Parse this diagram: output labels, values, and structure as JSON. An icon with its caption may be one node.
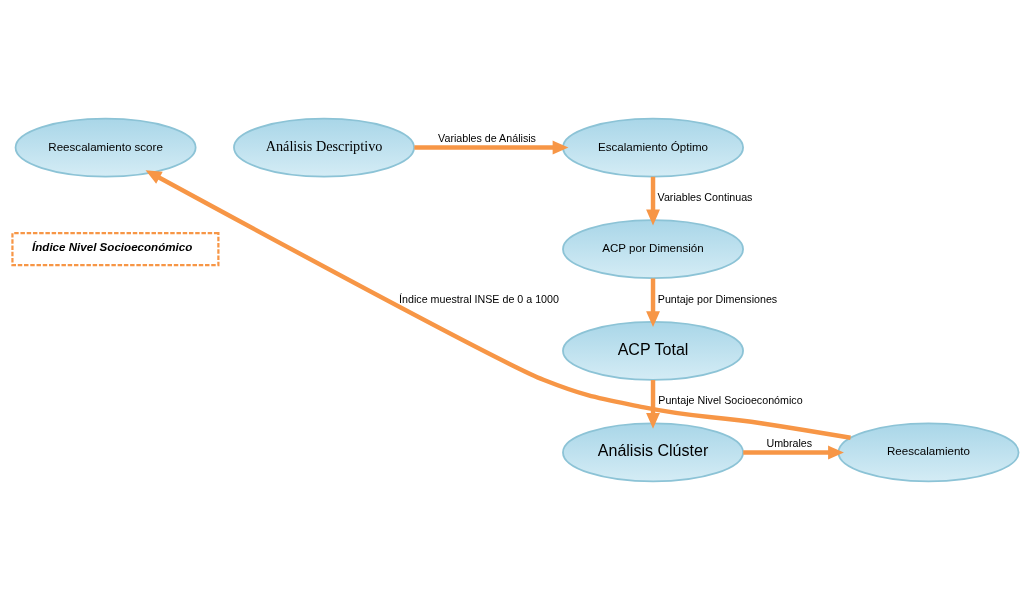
{
  "diagram": {
    "nodes": [
      {
        "text": [
          "Análisis Descriptivo"
        ]
      },
      {
        "text": [
          "Escalamiento Óptimo"
        ]
      },
      {
        "text": [
          "ACP por Dimensión"
        ]
      },
      {
        "text": [
          "ACP Total"
        ]
      },
      {
        "text": [
          "Análisis Clúster"
        ]
      },
      {
        "text": [
          "Reescalamiento"
        ]
      },
      {
        "text": [
          "Reescalamiento score"
        ]
      },
      {
        "text": [
          "Índice Nivel Socioeconómico"
        ]
      }
    ],
    "edges": [
      {
        "from": 0,
        "to": 1,
        "arrow": "to",
        "label": "Variables de Análisis"
      },
      {
        "from": 1,
        "to": 2,
        "arrow": "to",
        "label": "Variables Continuas"
      },
      {
        "from": 2,
        "to": 3,
        "arrow": "to",
        "label": "Puntaje por Dimensiones"
      },
      {
        "from": 3,
        "to": 4,
        "arrow": "to",
        "label": "Puntaje Nivel Socioeconómico"
      },
      {
        "from": 4,
        "to": 5,
        "arrow": "to",
        "label": "Umbrales"
      },
      {
        "from": 5,
        "to": 6,
        "arrow": "to",
        "label": "Índice muestral INSE de 0 a 1000"
      }
    ]
  }
}
